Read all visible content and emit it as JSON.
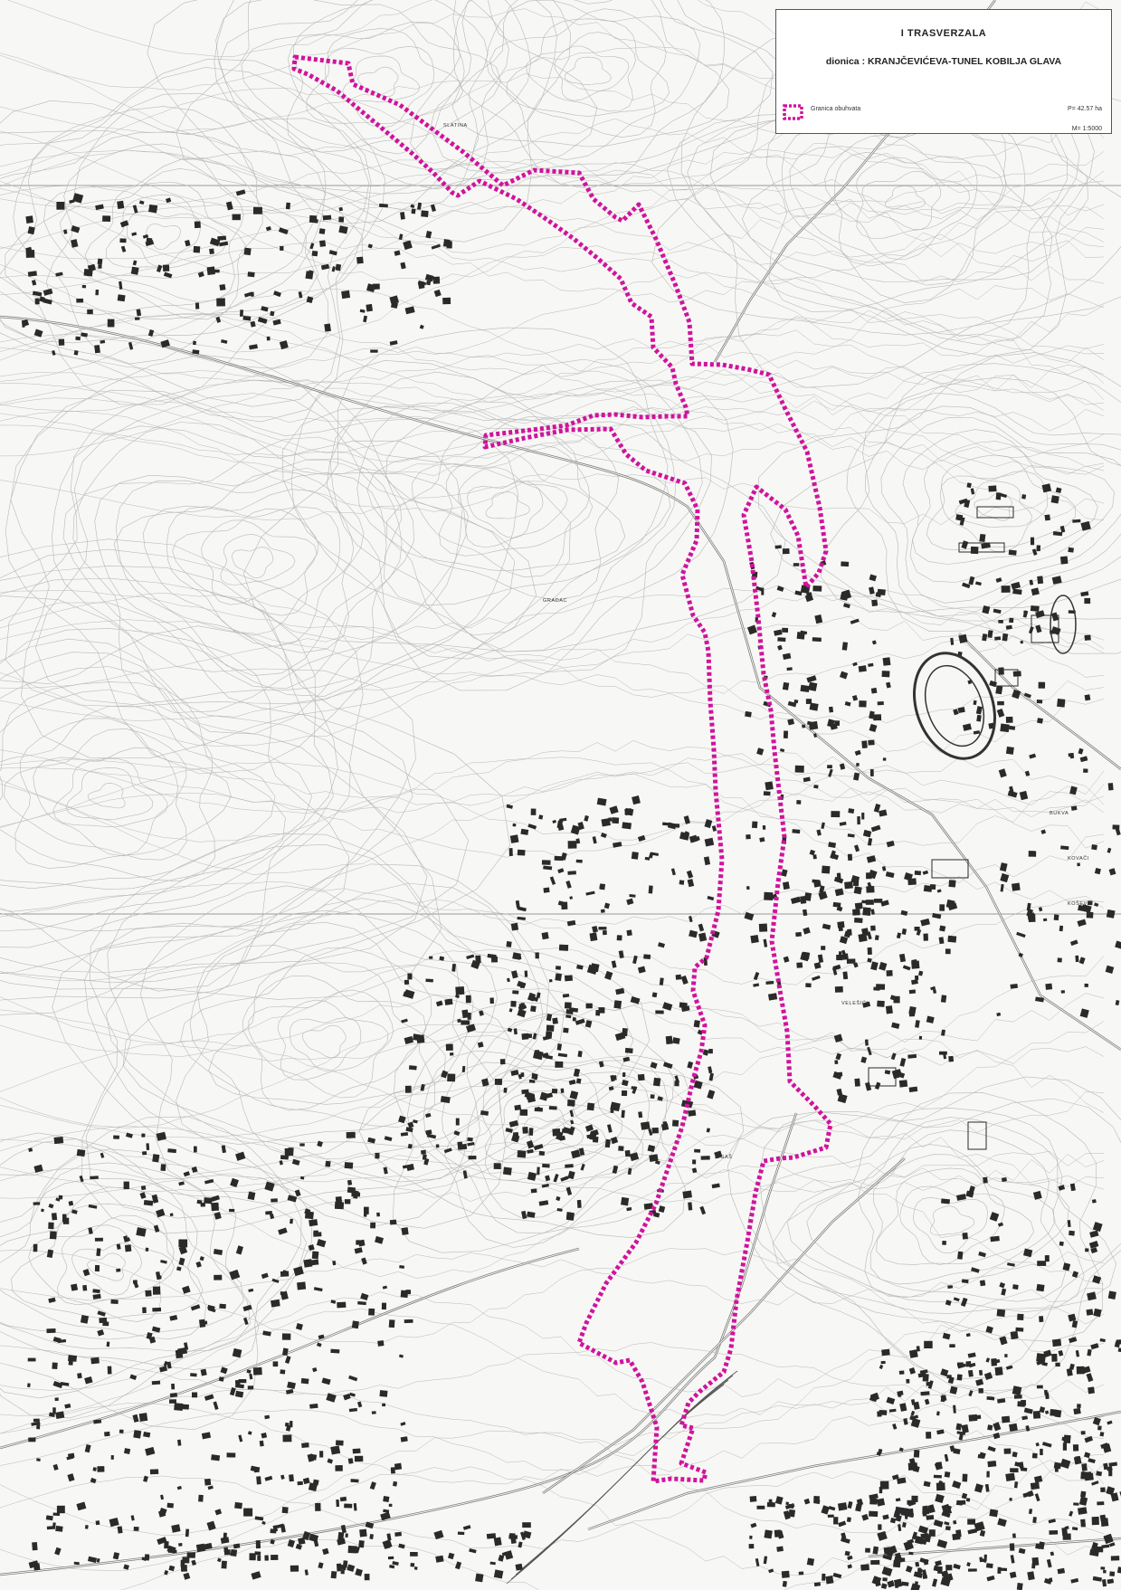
{
  "legend": {
    "title": "I TRASVERZALA",
    "section_prefix": "dionica :",
    "section_name": "KRANJČEVIĆEVA-TUNEL KOBILJA GLAVA",
    "boundary_label": "Granica obuhvata",
    "area": "P= 42.57 ha",
    "scale": "M= 1:5000"
  },
  "colors": {
    "boundary": "#d0139c",
    "contour": "#b8b8b8",
    "building": "#2a2a2a",
    "road": "#7a7a7a",
    "grid": "#9a9a9a"
  },
  "place_labels": [
    "GRADAC",
    "VELEŠIĆI",
    "KOŠEVO",
    "BUKVA",
    "ZIGAŠ",
    "KOVAČI",
    "SLATINA"
  ],
  "map_features": {
    "boundary_style": "dashed",
    "basemap": "topographic contour map",
    "legend_placement": "top-right"
  }
}
